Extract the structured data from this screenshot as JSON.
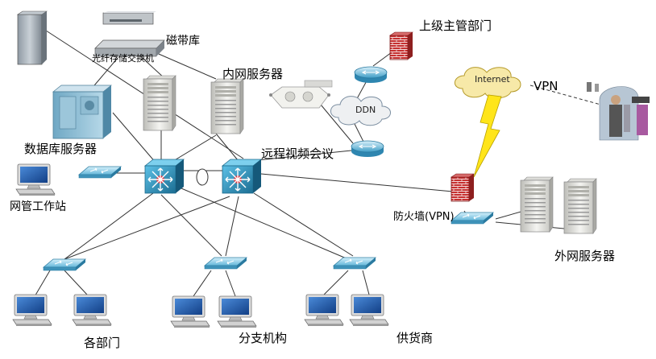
{
  "labels": {
    "tape_library": "磁带库",
    "fc_switch": "光纤存储交换机",
    "intranet_servers": "内网服务器",
    "superior_dept": "上级主管部门",
    "database_server": "数据库服务器",
    "remote_video": "远程视频会议",
    "nms_workstation": "网管工作站",
    "firewall": "防火墙(VPN)",
    "external_servers": "外网服务器",
    "departments": "各部门",
    "branches": "分支机构",
    "suppliers": "供货商",
    "internet": "Internet",
    "ddn": "DDN",
    "vpn": "VPN"
  },
  "colors": {
    "core_switch": "#2f8fb8",
    "core_switch_dark": "#1c6a8c",
    "access_switch": "#8ecfe8",
    "firewall_brick": "#c02a2a",
    "cloud_internet": "#f7e9a8",
    "cloud_ddn": "#eef0f2",
    "lightning": "#ffe51a",
    "monitor_screen": "#1e5fb4",
    "server_body": "#e7e7e4",
    "line": "#333333"
  },
  "icons": {
    "core_switch": "layer3-switch-icon",
    "access_switch": "workgroup-switch-icon",
    "router": "router-icon",
    "firewall": "firewall-icon",
    "server": "tower-server-icon",
    "workstation": "pc-workstation-icon",
    "cloud": "cloud-icon"
  }
}
